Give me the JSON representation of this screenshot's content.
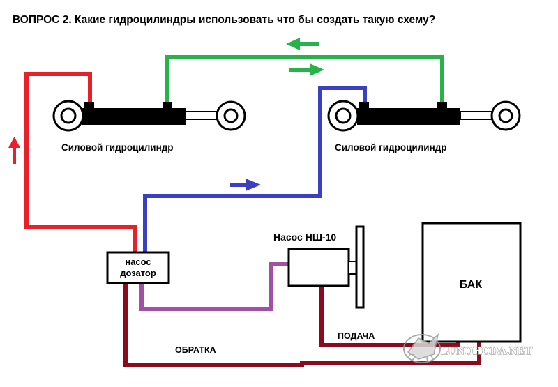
{
  "title": "ВОПРОС 2. Какие гидроцилиндры использовать что бы создать такую схему?",
  "labels": {
    "cylinder_left": "Силовой гидроцилиндр",
    "cylinder_right": "Силовой гидроцилиндр",
    "metering_pump_line1": "насос",
    "metering_pump_line2": "дозатор",
    "pump": "Насос НШ-10",
    "tank": "БАК",
    "supply": "ПОДАЧА",
    "return": "ОБРАТКА"
  },
  "watermark": "LUNOHODA.NET",
  "colors": {
    "red_line": "#e8202a",
    "green_line": "#27b34a",
    "blue_line": "#3a3fc4",
    "purple_line": "#a24fa8",
    "return_line": "#8b0a1e"
  }
}
